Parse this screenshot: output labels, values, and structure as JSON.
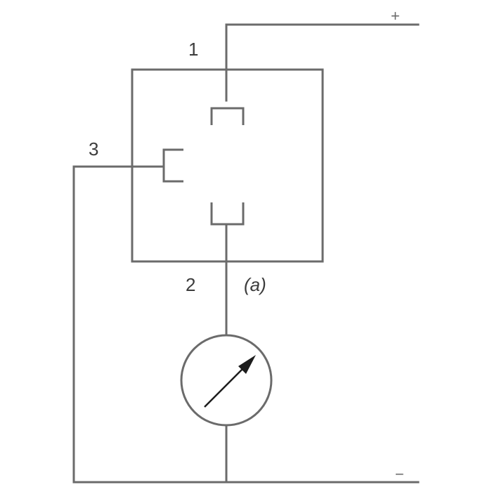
{
  "labels": {
    "terminal_1": "1",
    "terminal_2": "2",
    "terminal_3": "3",
    "caption": "(a)",
    "positive": "+",
    "negative": "−"
  },
  "colors": {
    "line": "#6b6b6b",
    "text": "#3c3c3c",
    "needle": "#1c1c1c"
  },
  "icons": {
    "meter": "meter-icon",
    "needle": "arrow-needle-icon"
  }
}
